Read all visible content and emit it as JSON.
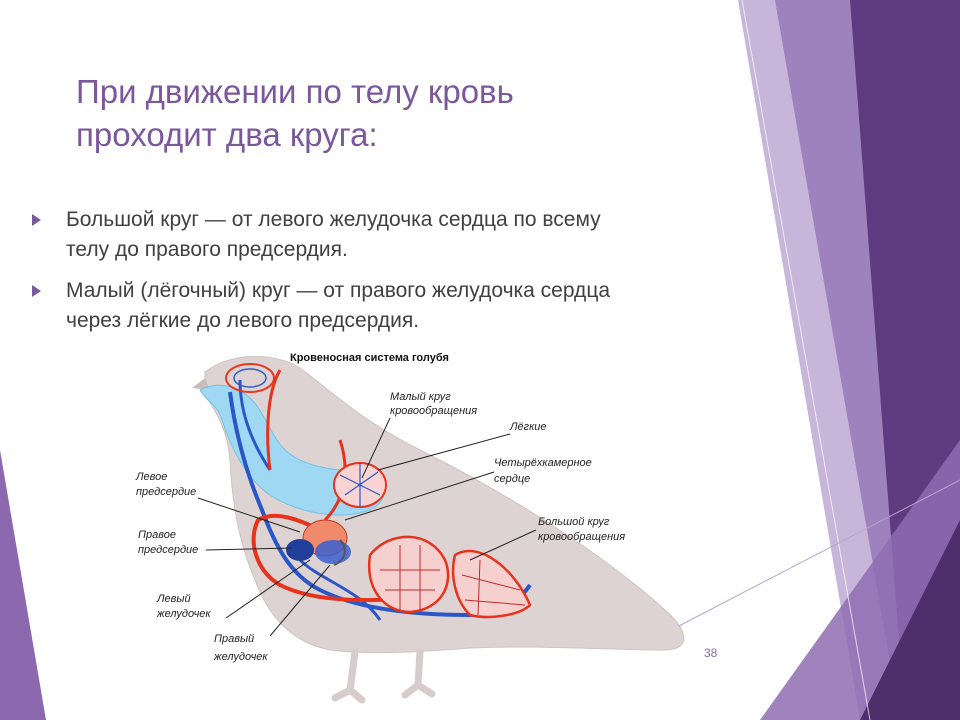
{
  "slide": {
    "title_line1": "При движении по телу кровь",
    "title_line2": "проходит два круга:",
    "bullets": [
      {
        "text_line1": "Большой круг — от левого желудочка сердца по всему",
        "text_line2": "телу до правого предсердия."
      },
      {
        "text_line1": "Малый (лёгочный) круг — от правого желудочка сердца",
        "text_line2": "через лёгкие до левого предсердия."
      }
    ],
    "page_number": "38"
  },
  "diagram": {
    "title": "Кровеносная система голубя",
    "labels": {
      "small_circle_1": "Малый круг",
      "small_circle_2": "кровообращения",
      "lungs": "Лёгкие",
      "heart_1": "Четырёхкамерное",
      "heart_2": "сердце",
      "left_atrium_1": "Левое",
      "left_atrium_2": "предсердие",
      "right_atrium_1": "Правое",
      "right_atrium_2": "предсердие",
      "big_circle_1": "Большой круг",
      "big_circle_2": "кровообращения",
      "left_ventricle_1": "Левый",
      "left_ventricle_2": "желудочек",
      "right_ventricle_1": "Правый",
      "right_ventricle_2": "желудочек"
    }
  },
  "colors": {
    "accent": "#7b579c",
    "body_text": "#404040",
    "artery": "#e8331c",
    "vein": "#2b56c8",
    "lung": "#9ed8f2"
  }
}
